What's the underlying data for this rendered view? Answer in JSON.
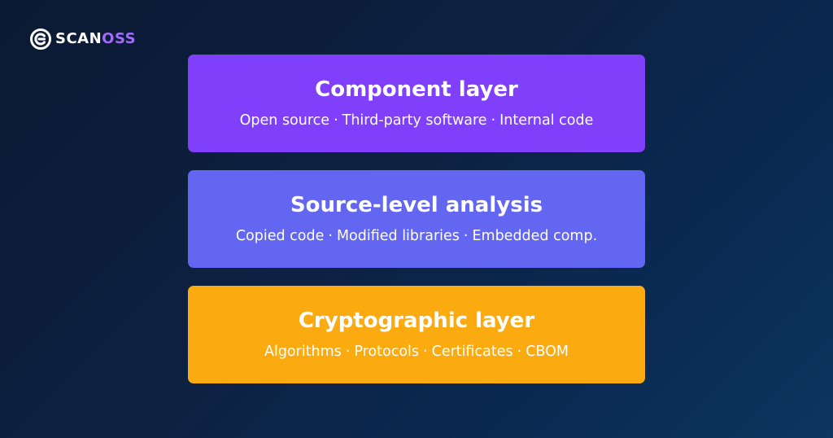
{
  "brand": {
    "name_part1": "SCAN",
    "name_part2": "OSS",
    "logo_icon": "scanoss-logo-icon",
    "color_primary": "#ffffff",
    "color_accent": "#a06cff"
  },
  "layers": [
    {
      "title": "Component layer",
      "color": "#8040fb",
      "items": [
        "Open source",
        "Third-party software",
        "Internal code"
      ]
    },
    {
      "title": "Source-level analysis",
      "color": "#6266f0",
      "items": [
        "Copied code",
        "Modified libraries",
        "Embedded comp."
      ]
    },
    {
      "title": "Cryptographic layer",
      "color": "#fbab10",
      "items": [
        "Algorithms",
        "Protocols",
        "Certificates",
        "CBOM"
      ]
    }
  ],
  "separator": "·",
  "background": {
    "from": "#0b1a33",
    "to": "#0c3560"
  }
}
